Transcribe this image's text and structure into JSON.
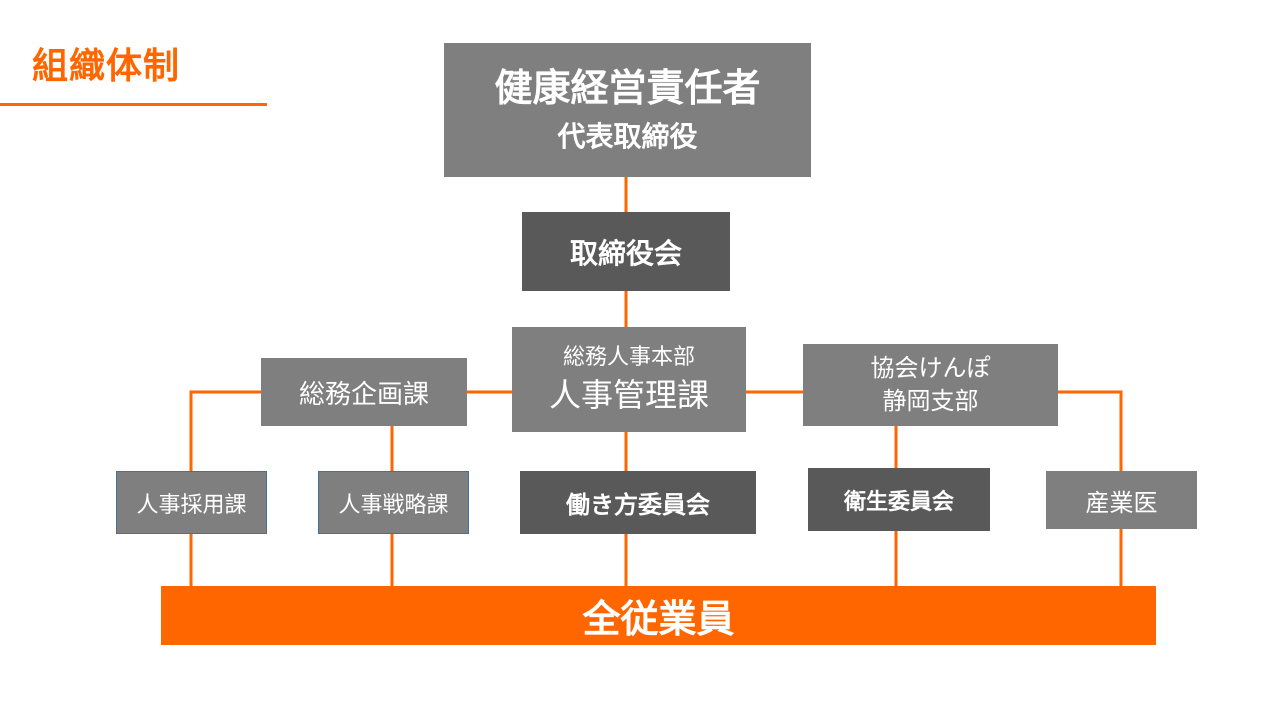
{
  "page": {
    "title": "組織体制",
    "accent_color": "#ff6600",
    "box_grey": "#7f7f7f",
    "box_dark": "#595959"
  },
  "nodes": {
    "health_manager": {
      "line1": "健康経営責任者",
      "line2": "代表取締役"
    },
    "board": {
      "label": "取締役会"
    },
    "hr_admin": {
      "line1": "総務人事本部",
      "line2": "人事管理課"
    },
    "general_planning": {
      "label": "総務企画課"
    },
    "kyokai_kenpo": {
      "line1": "協会けんぽ",
      "line2": "静岡支部"
    },
    "recruitment": {
      "label": "人事採用課"
    },
    "hr_strategy": {
      "label": "人事戦略課"
    },
    "work_style": {
      "label": "働き方委員会"
    },
    "health_committee": {
      "label": "衛生委員会"
    },
    "occupational_physician": {
      "label": "産業医"
    },
    "all_employees": {
      "label": "全従業員"
    }
  }
}
